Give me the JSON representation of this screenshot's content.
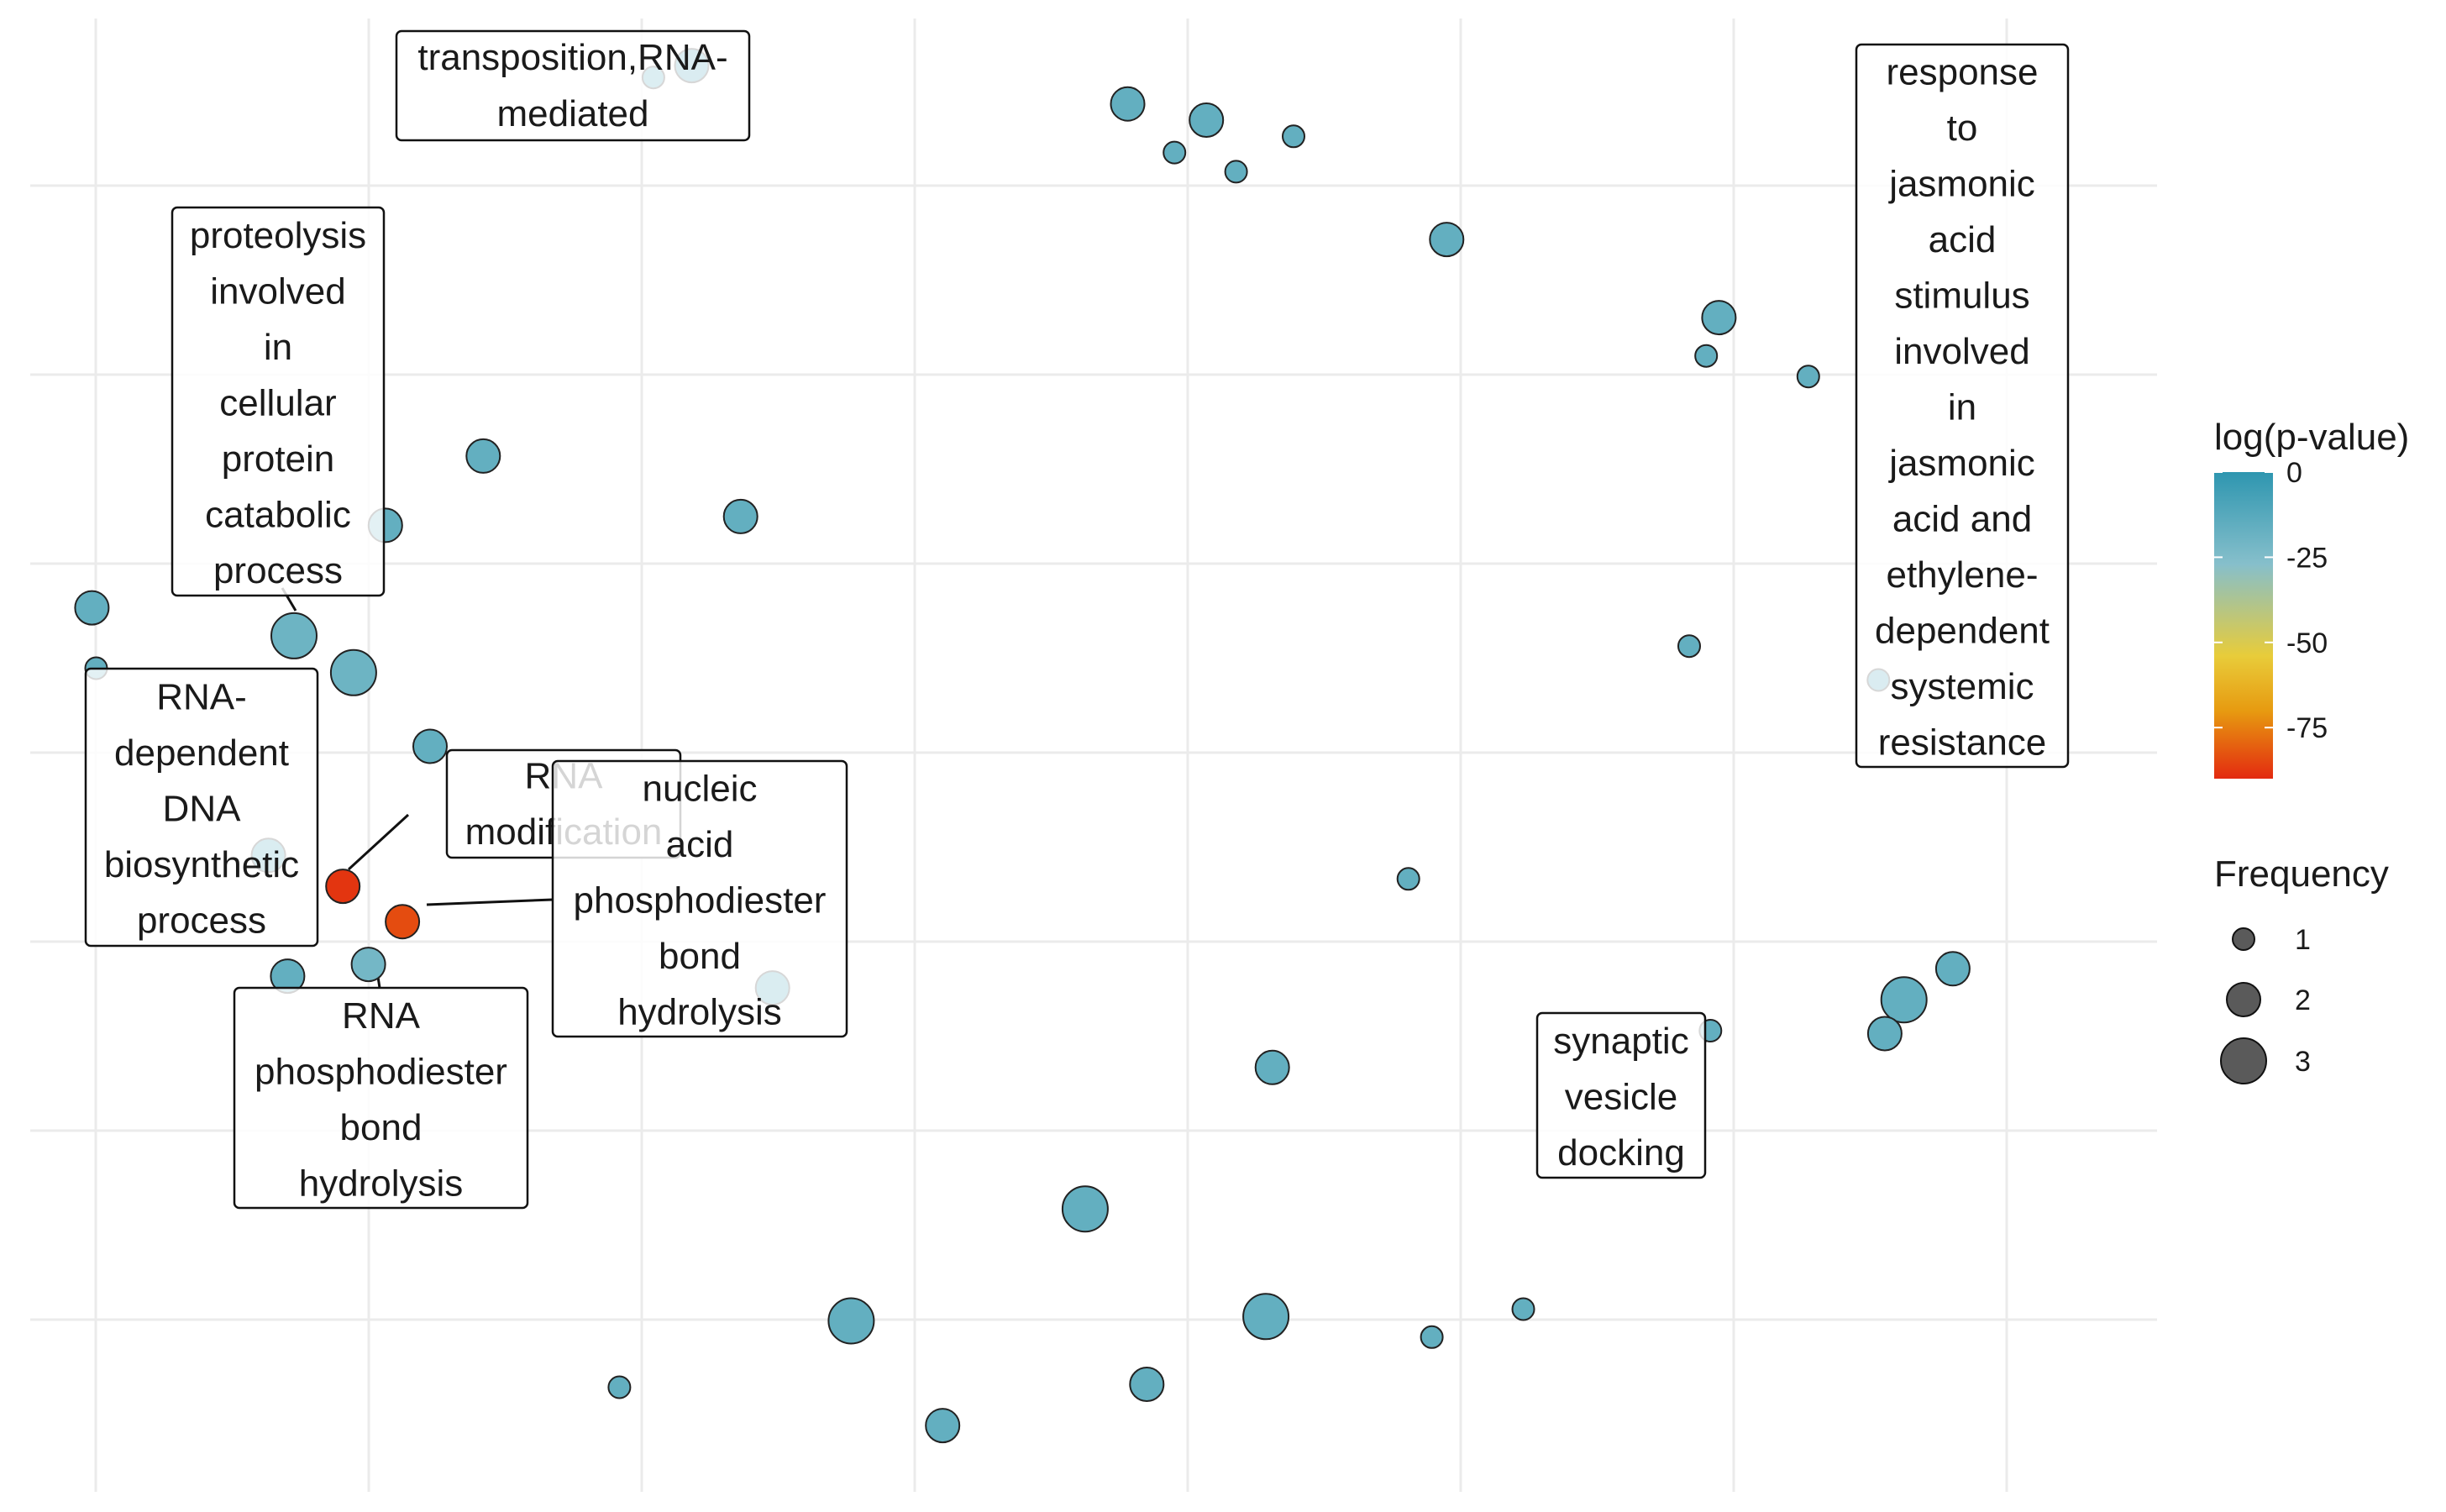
{
  "chart_data": {
    "type": "scatter",
    "title": "",
    "xlabel": "",
    "ylabel": "",
    "grid": true,
    "xlim": [
      0,
      100
    ],
    "ylim": [
      0,
      100
    ],
    "points": [
      {
        "x": 29.3,
        "y": 96.0,
        "freq": 1,
        "logp": -5
      },
      {
        "x": 31.1,
        "y": 96.8,
        "freq": 2,
        "logp": -1
      },
      {
        "x": 51.6,
        "y": 94.2,
        "freq": 2,
        "logp": -15
      },
      {
        "x": 53.8,
        "y": 90.9,
        "freq": 1,
        "logp": -15
      },
      {
        "x": 55.3,
        "y": 93.1,
        "freq": 2,
        "logp": -15
      },
      {
        "x": 56.7,
        "y": 89.6,
        "freq": 1,
        "logp": -15
      },
      {
        "x": 59.4,
        "y": 92.0,
        "freq": 1,
        "logp": -15
      },
      {
        "x": 66.6,
        "y": 85.0,
        "freq": 2,
        "logp": -15
      },
      {
        "x": 79.4,
        "y": 79.7,
        "freq": 2,
        "logp": -15
      },
      {
        "x": 78.8,
        "y": 77.1,
        "freq": 1,
        "logp": -15
      },
      {
        "x": 83.6,
        "y": 75.7,
        "freq": 1,
        "logp": -15
      },
      {
        "x": 21.3,
        "y": 70.3,
        "freq": 2,
        "logp": -15
      },
      {
        "x": 16.7,
        "y": 65.6,
        "freq": 2,
        "logp": -15
      },
      {
        "x": 33.4,
        "y": 66.2,
        "freq": 2,
        "logp": -15
      },
      {
        "x": 2.9,
        "y": 60.0,
        "freq": 2,
        "logp": -15
      },
      {
        "x": 12.4,
        "y": 58.1,
        "freq": 3,
        "logp": -18
      },
      {
        "x": 15.2,
        "y": 55.6,
        "freq": 3,
        "logp": -18
      },
      {
        "x": 3.1,
        "y": 55.9,
        "freq": 1,
        "logp": -15
      },
      {
        "x": 78.0,
        "y": 57.4,
        "freq": 1,
        "logp": -15
      },
      {
        "x": 86.9,
        "y": 55.1,
        "freq": 1,
        "logp": -1
      },
      {
        "x": 18.8,
        "y": 50.6,
        "freq": 2,
        "logp": -15
      },
      {
        "x": 11.2,
        "y": 43.2,
        "freq": 2,
        "logp": -2
      },
      {
        "x": 14.7,
        "y": 41.1,
        "freq": 2,
        "logp": -88
      },
      {
        "x": 17.5,
        "y": 38.7,
        "freq": 2,
        "logp": -84
      },
      {
        "x": 64.8,
        "y": 41.6,
        "freq": 1,
        "logp": -15
      },
      {
        "x": 90.4,
        "y": 35.5,
        "freq": 2,
        "logp": -15
      },
      {
        "x": 88.1,
        "y": 33.4,
        "freq": 3,
        "logp": -15
      },
      {
        "x": 15.9,
        "y": 35.8,
        "freq": 2,
        "logp": -20
      },
      {
        "x": 12.1,
        "y": 35.0,
        "freq": 2,
        "logp": -15
      },
      {
        "x": 34.9,
        "y": 34.2,
        "freq": 2,
        "logp": -2
      },
      {
        "x": 79.0,
        "y": 31.3,
        "freq": 1,
        "logp": -15
      },
      {
        "x": 87.2,
        "y": 31.1,
        "freq": 2,
        "logp": -15
      },
      {
        "x": 58.4,
        "y": 28.8,
        "freq": 2,
        "logp": -15
      },
      {
        "x": 49.6,
        "y": 19.2,
        "freq": 3,
        "logp": -15
      },
      {
        "x": 38.6,
        "y": 11.6,
        "freq": 3,
        "logp": -15
      },
      {
        "x": 58.1,
        "y": 11.9,
        "freq": 3,
        "logp": -15
      },
      {
        "x": 70.2,
        "y": 12.4,
        "freq": 1,
        "logp": -15
      },
      {
        "x": 65.9,
        "y": 10.5,
        "freq": 1,
        "logp": -15
      },
      {
        "x": 27.7,
        "y": 7.1,
        "freq": 1,
        "logp": -15
      },
      {
        "x": 52.5,
        "y": 7.3,
        "freq": 2,
        "logp": -15
      },
      {
        "x": 42.9,
        "y": 4.5,
        "freq": 2,
        "logp": -15
      }
    ],
    "labels": [
      {
        "lines": [
          "transposition,RNA-",
          "mediated"
        ]
      },
      {
        "lines": [
          "proteolysis",
          "involved",
          "in",
          "cellular",
          "protein",
          "catabolic",
          "process"
        ]
      },
      {
        "lines": [
          "response",
          "to",
          "jasmonic",
          "acid",
          "stimulus",
          "involved",
          "in",
          "jasmonic",
          "acid and",
          "ethylene-",
          "dependent",
          "systemic",
          "resistance"
        ]
      },
      {
        "lines": [
          "RNA-",
          "dependent",
          "DNA",
          "biosynthetic",
          "process"
        ]
      },
      {
        "lines": [
          "RNA",
          "modification"
        ]
      },
      {
        "lines": [
          "nucleic",
          "acid",
          "phosphodiester",
          "bond",
          "hydrolysis"
        ]
      },
      {
        "lines": [
          "RNA",
          "phosphodiester",
          "bond",
          "hydrolysis"
        ]
      },
      {
        "lines": [
          "synaptic",
          "vesicle",
          "docking"
        ]
      }
    ],
    "legend": {
      "color_title": "log(p-value)",
      "color_ticks": [
        "0",
        "-25",
        "-50",
        "-75"
      ],
      "color_range": [
        -90,
        0
      ],
      "colors": [
        "#2e96b0",
        "#86bfcb",
        "#e8cc3a",
        "#e79a10",
        "#e32a10"
      ],
      "size_title": "Frequency",
      "size_ticks": [
        "1",
        "2",
        "3"
      ],
      "placement": "right"
    }
  }
}
